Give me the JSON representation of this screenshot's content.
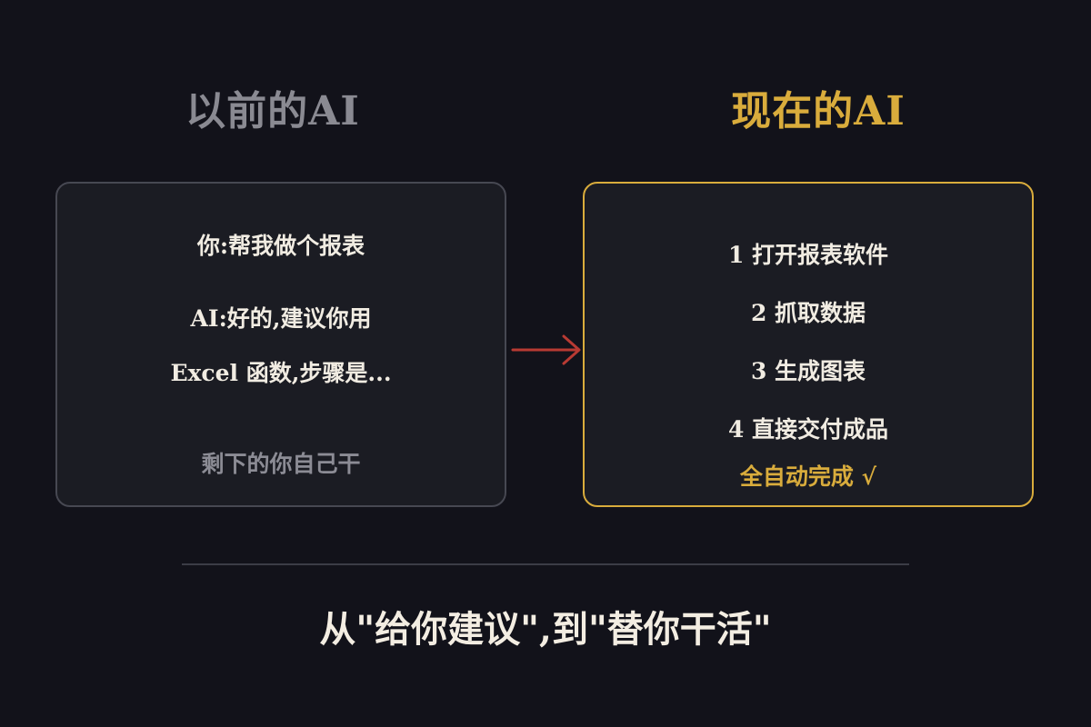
{
  "left_panel": {
    "heading": "以前的AI",
    "lines": [
      "你:帮我做个报表",
      "AI:好的,建议你用",
      "Excel 函数,步骤是...",
      "剩下的你自己干"
    ]
  },
  "right_panel": {
    "heading": "现在的AI",
    "steps": [
      "1 打开报表软件",
      "2 抓取数据",
      "3 生成图表",
      "4 直接交付成品"
    ],
    "status": "全自动完成 √"
  },
  "tagline": "从\"给你建议\",到\"替你干活\"",
  "colors": {
    "background": "#12121a",
    "accent_gold": "#d9ac3c",
    "arrow_red": "#b83a33",
    "muted_gray": "#8a8a92",
    "text_light": "#f1ece2"
  },
  "icons": {
    "arrow": "right-arrow-icon"
  }
}
